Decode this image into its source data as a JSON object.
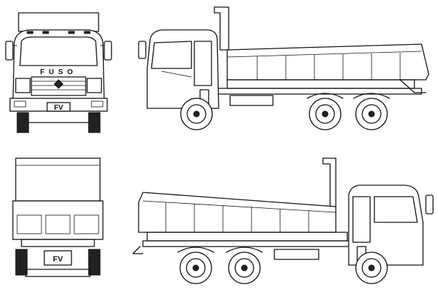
{
  "views": {
    "front": {
      "brand": "FUSO",
      "badge": "FV"
    },
    "rear": {
      "badge": "FV"
    },
    "left_side": {},
    "right_side": {}
  },
  "colors": {
    "line": "#111111",
    "background": "#ffffff"
  }
}
